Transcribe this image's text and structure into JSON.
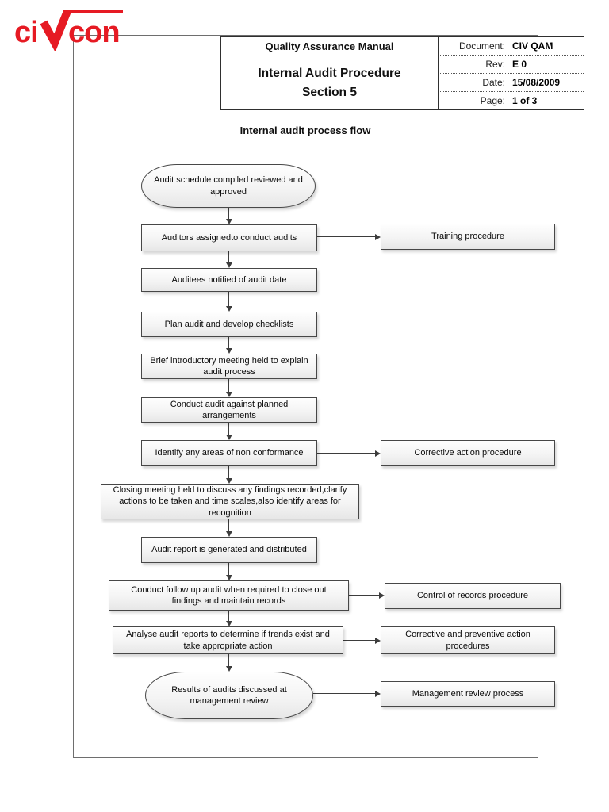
{
  "logo": {
    "brand": "civcon",
    "text_ci": "ci",
    "text_con": "con",
    "color": "#e61a23"
  },
  "header": {
    "manual_title": "Quality Assurance Manual",
    "procedure_title": "Internal Audit Procedure",
    "section": "Section 5",
    "fields": [
      {
        "label": "Document:",
        "value": "CIV QAM"
      },
      {
        "label": "Rev:",
        "value": "E 0"
      },
      {
        "label": "Date:",
        "value": "15/08/2009"
      },
      {
        "label": "Page:",
        "value": "1 of 3"
      }
    ]
  },
  "diagram": {
    "title": "Internal audit process flow",
    "nodes": [
      {
        "shape": "terminator",
        "text": "Audit schedule compiled reviewed and approved"
      },
      {
        "shape": "process",
        "text": "Auditors assignedto conduct audits"
      },
      {
        "shape": "process",
        "text": "Auditees notified of audit date"
      },
      {
        "shape": "process",
        "text": "Plan audit and develop checklists"
      },
      {
        "shape": "process",
        "text": "Brief introductory meeting held to explain audit process"
      },
      {
        "shape": "process",
        "text": "Conduct audit against planned arrangements"
      },
      {
        "shape": "process",
        "text": "Identify any areas of non conformance"
      },
      {
        "shape": "process",
        "text": "Closing meeting held to discuss any findings recorded,clarify actions to be taken and time scales,also identify areas for recognition"
      },
      {
        "shape": "process",
        "text": "Audit report is generated and distributed"
      },
      {
        "shape": "process",
        "text": "Conduct follow up audit when required to close out findings and maintain records"
      },
      {
        "shape": "process",
        "text": "Analyse audit reports to determine if trends exist and take appropriate action"
      },
      {
        "shape": "terminator",
        "text": "Results of audits discussed at management review"
      }
    ],
    "reference_nodes": [
      {
        "text": "Training procedure"
      },
      {
        "text": "Corrective action procedure"
      },
      {
        "text": "Control of records procedure"
      },
      {
        "text": "Corrective and preventive action procedures"
      },
      {
        "text": "Management review process"
      }
    ]
  }
}
